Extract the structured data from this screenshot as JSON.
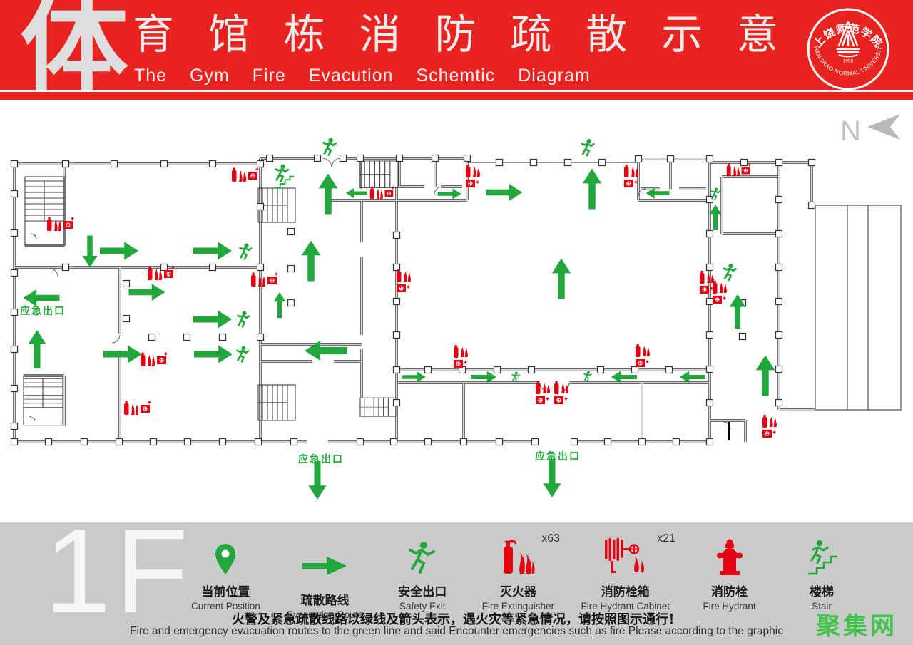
{
  "header": {
    "big_char": "体",
    "title_rest": "育馆栋消防疏散示意",
    "subtitle": "The  Gym  Fire  Evacution  Schemtic  Diagram",
    "logo": {
      "name_zh": "上饶师范学院",
      "name_en": "SHANGRAO NORMAL UNIVERSITY",
      "year": "1958"
    }
  },
  "north_label": "N",
  "plan": {
    "emergency_exit_label": "应急出口"
  },
  "footer": {
    "floor": "1F",
    "legend": [
      {
        "zh": "当前位置",
        "en": "Current Position",
        "count": ""
      },
      {
        "zh": "疏散路线",
        "en": "Evacuation Route",
        "count": ""
      },
      {
        "zh": "安全出口",
        "en": "Safety Exit",
        "count": ""
      },
      {
        "zh": "灭火器",
        "en": "Fire Extinguisher",
        "count": "x63"
      },
      {
        "zh": "消防栓箱",
        "en": "Fire Hydrant Cabinet",
        "count": "x21"
      },
      {
        "zh": "消防栓",
        "en": "Fire Hydrant",
        "count": ""
      },
      {
        "zh": "楼梯",
        "en": "Stair",
        "count": ""
      }
    ],
    "notice_zh": "火警及紧急疏散线路以绿线及箭头表示，遇火灾等紧急情况，请按照图示通行！",
    "notice_en": "Fire and emergency evacuation routes to the green line and said  Encounter emergencies such as fire Please according to the graphic",
    "watermark": "聚集网"
  },
  "colors": {
    "red": "#e9231f",
    "icon_red": "#e60012",
    "green": "#21a73c",
    "gray_bar": "#c9caca"
  }
}
